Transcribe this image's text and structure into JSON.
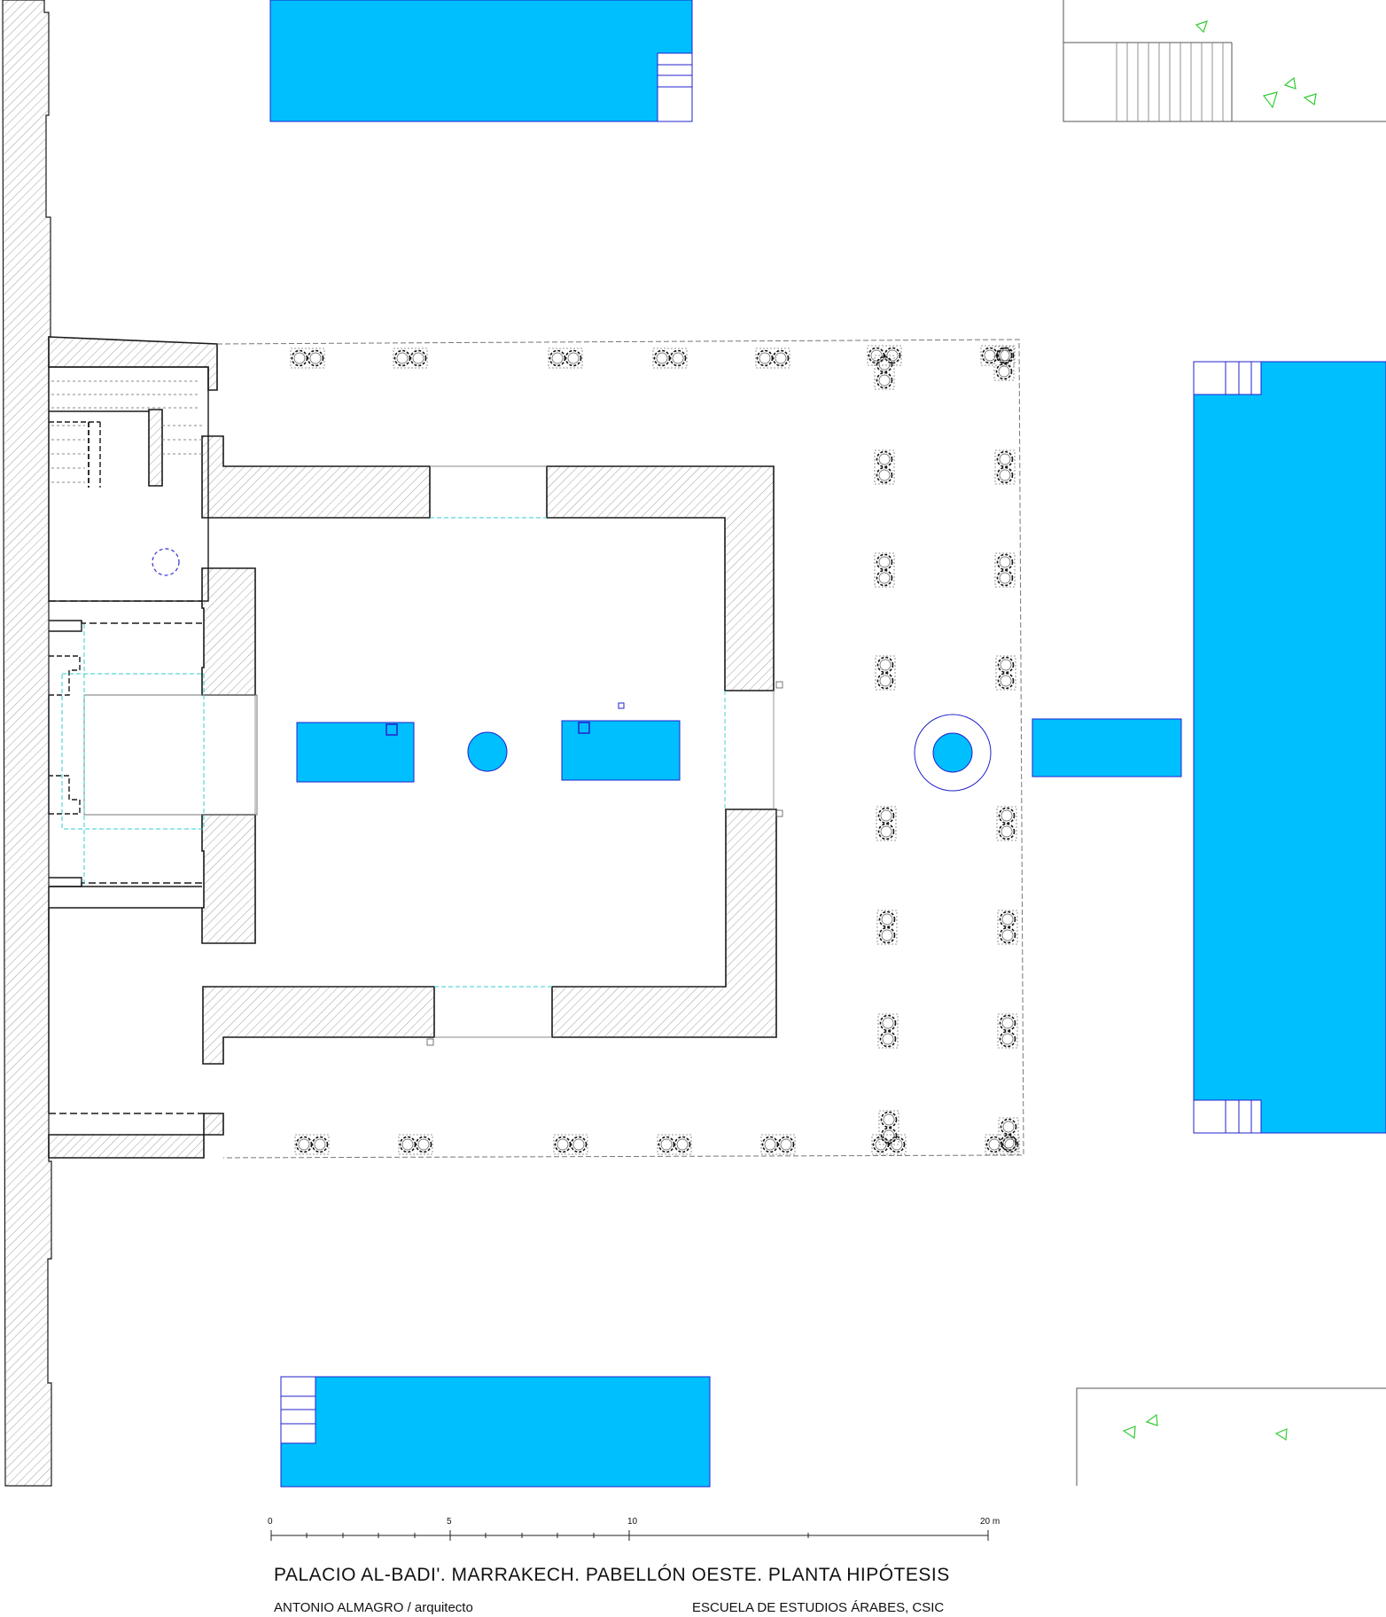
{
  "drawing": {
    "title": "PALACIO AL-BADI'. MARRAKECH. PABELLÓN OESTE. PLANTA HIPÓTESIS",
    "author": "ANTONIO ALMAGRO / arquitecto",
    "institution": "ESCUELA DE ESTUDIOS ÁRABES, CSIC"
  },
  "scale_bar": {
    "labels": [
      "0",
      "5",
      "10",
      "20 m"
    ]
  },
  "colors": {
    "water": "#00bfff",
    "wall_line": "#1a1a1a",
    "hatch": "#9a9a9a",
    "blue_line": "#2222cc",
    "cyan_dash": "#33cccc",
    "plant": "#33cc33"
  },
  "icons": {
    "column_cluster": "double-column-icon",
    "fountain": "circular-fountain-icon",
    "plant": "triangle-plant-icon"
  }
}
